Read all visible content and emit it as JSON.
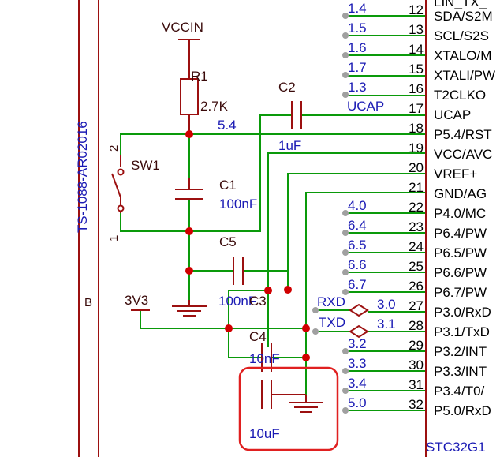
{
  "colors": {
    "wire": "#0a9a0a",
    "component": "#9c1010",
    "net_label": "#1a1ab4",
    "text": "#3a0a0a",
    "highlight": "#e02020",
    "junction": "#d00000",
    "pin_dot": "#a0a0a0"
  },
  "labels": {
    "vccin": "VCCIN",
    "v3v3": "3V3",
    "r1_ref": "R1",
    "r1_val": "2.7K",
    "c1_ref": "C1",
    "c1_val": "100nF",
    "c2_ref": "C2",
    "c2_val": "1uF",
    "c5_ref": "C5",
    "c5_val": "100nF",
    "c3_ref": "C3",
    "c4_ref": "C4",
    "c4_val": "10nF",
    "c6_val": "10uF",
    "sw_ref": "SW1",
    "sw_pin2": "2",
    "sw_pin1": "1",
    "connector": "TS-1088-AR02016",
    "connector_pin": "B",
    "net_54": "5.4",
    "net_ucap": "UCAP",
    "rxd": "RXD",
    "txd": "TXD",
    "chip": "STC32G1"
  },
  "top_cut_label": "LIN_TX_",
  "ic_pins": [
    {
      "num": "12",
      "name": "SDA/S2M",
      "net": "1.4"
    },
    {
      "num": "13",
      "name": "SCL/S2S",
      "net": "1.5"
    },
    {
      "num": "14",
      "name": "XTALO/M",
      "net": "1.6"
    },
    {
      "num": "15",
      "name": "XTALI/PW",
      "net": "1.7"
    },
    {
      "num": "16",
      "name": "T2CLKO",
      "net": "1.3"
    },
    {
      "num": "17",
      "name": "UCAP",
      "net": ""
    },
    {
      "num": "18",
      "name": "P5.4/RST",
      "net": ""
    },
    {
      "num": "19",
      "name": "VCC/AVC",
      "net": ""
    },
    {
      "num": "20",
      "name": "VREF+",
      "net": ""
    },
    {
      "num": "21",
      "name": "GND/AG",
      "net": ""
    },
    {
      "num": "22",
      "name": "P4.0/MC",
      "net": "4.0"
    },
    {
      "num": "23",
      "name": "P6.4/PW",
      "net": "6.4"
    },
    {
      "num": "24",
      "name": "P6.5/PW",
      "net": "6.5"
    },
    {
      "num": "25",
      "name": "P6.6/PW",
      "net": "6.6"
    },
    {
      "num": "26",
      "name": "P6.7/PW",
      "net": "6.7"
    },
    {
      "num": "27",
      "name": "P3.0/RxD",
      "net": "3.0"
    },
    {
      "num": "28",
      "name": "P3.1/TxD",
      "net": "3.1"
    },
    {
      "num": "29",
      "name": "P3.2/INT",
      "net": "3.2"
    },
    {
      "num": "30",
      "name": "P3.3/INT",
      "net": "3.3"
    },
    {
      "num": "31",
      "name": "P3.4/T0/",
      "net": "3.4"
    },
    {
      "num": "32",
      "name": "P5.0/RxD",
      "net": "5.0"
    }
  ]
}
